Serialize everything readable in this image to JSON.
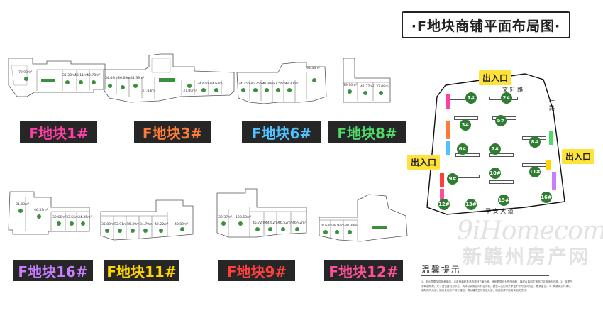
{
  "header": {
    "title": "·F地块商铺平面布局图·"
  },
  "blocks": {
    "f1": {
      "label": "F地块1#",
      "color": "#ff3fa5",
      "areas": [
        "72.93m²",
        "35.30m²",
        "43.11m²",
        "43.78m²"
      ]
    },
    "f3": {
      "label": "F地块3#",
      "color": "#ff7b3a",
      "areas": [
        "34.89m²",
        "36.89m²",
        "41.39m²",
        "37.43m²",
        "37.80m²",
        "34.64m²",
        "34.64m²"
      ]
    },
    "f6": {
      "label": "F地块6#",
      "color": "#4fc3ff",
      "areas": [
        "34.75m²",
        "36.75m²",
        "39.30m²",
        "37.56m²",
        "39.30m²",
        "93.33m²"
      ]
    },
    "f8": {
      "label": "F地块8#",
      "color": "#4fdb6a",
      "areas": [
        "79.70m²",
        "41.37m²",
        "32.09m²"
      ]
    },
    "f16": {
      "label": "F地块16#",
      "color": "#c77dff",
      "areas": [
        "81.83m²",
        "46.53m²",
        "30.66m²",
        "33.55m²",
        "34.45m²"
      ]
    },
    "f11": {
      "label": "F地块11#",
      "color": "#ffd400",
      "areas": [
        "35.89m²",
        "33.91m²",
        "35.39m²",
        "34.79m²",
        "42.22m²",
        "40.89m²"
      ]
    },
    "f9": {
      "label": "F地块9#",
      "color": "#ff3f3f",
      "areas": [
        "39.37m²",
        "108.50m²",
        "45.72m²",
        "44.62m²",
        "46.52m²",
        "46.92m²"
      ]
    },
    "f12": {
      "label": "F地块12#",
      "color": "#ff4f9a",
      "areas": [
        "78.64m²",
        "38.94m²",
        "39.38m²"
      ]
    }
  },
  "site_map": {
    "entrances": [
      "出入口",
      "出入口",
      "出入口"
    ],
    "roads": {
      "top": "文 轩 路",
      "bottom": "平 安 大 道",
      "right": "叶 路"
    },
    "buildings": [
      "1#",
      "2#",
      "3#",
      "5#",
      "6#",
      "7#",
      "8#",
      "9#",
      "10#",
      "11#",
      "12#",
      "13#",
      "15#",
      "16#"
    ]
  },
  "notice": {
    "title": "温馨提示",
    "text": "1、本示意图仅供参考使用，以政府最终批准的规划方案为准。面积数据均为预测面积，最终以政府主管部门实测面积为准。2、本图所示商铺布局、尺寸及位置均为示意，具体以买卖合同约定为准。销售人员的口头承诺不作为合同内容，敬请留意。3、商铺周边环境以实际情况为准，如有变动恕不另行通知，请以最终交付标准为准，购买前请仔细阅读相关资料。"
  },
  "watermark": {
    "en": "9iHomecom",
    "cn": "新赣州房产网"
  }
}
